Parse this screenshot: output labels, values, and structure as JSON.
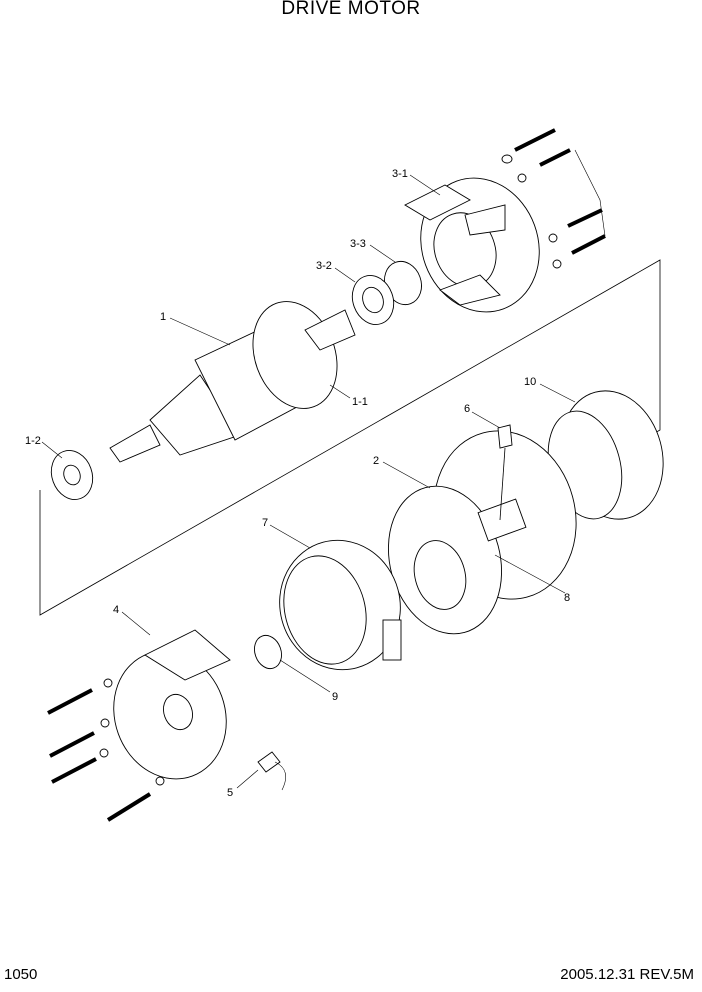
{
  "header": {
    "title": "DRIVE MOTOR"
  },
  "footer": {
    "page_number": "1050",
    "revision": "2005.12.31  REV.5M"
  },
  "callouts": [
    "3-1",
    "3-3",
    "3-2",
    "1",
    "1-1",
    "1-2",
    "10",
    "6",
    "2",
    "7",
    "8",
    "4",
    "9",
    "5"
  ]
}
